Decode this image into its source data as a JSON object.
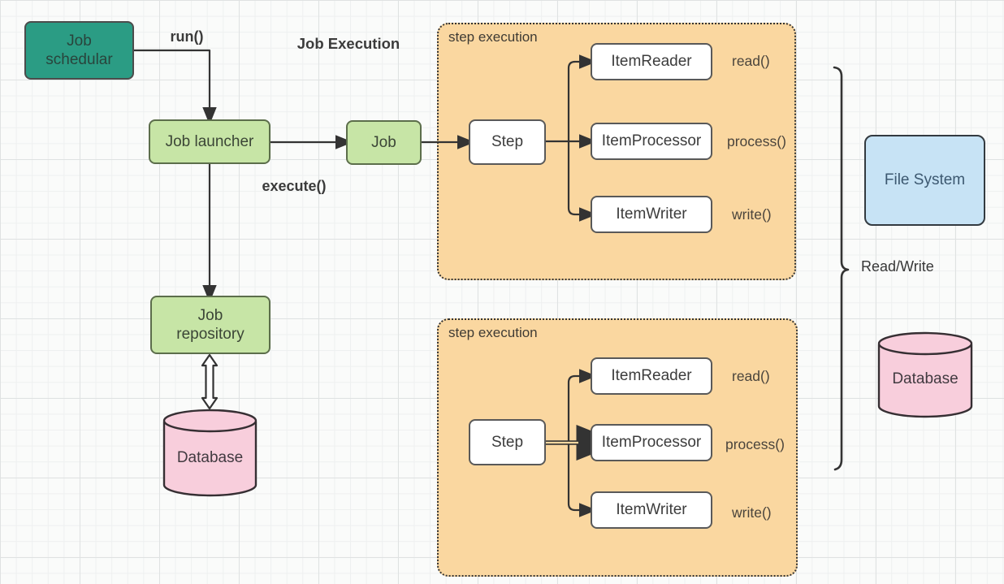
{
  "title": "Job Execution",
  "nodes": {
    "job_scheduler": {
      "label": "Job\nschedular"
    },
    "job_launcher": {
      "label": "Job launcher"
    },
    "job": {
      "label": "Job"
    },
    "job_repository": {
      "label": "Job\nrepository"
    },
    "database_left": {
      "label": "Database"
    },
    "file_system": {
      "label": "File System"
    },
    "database_right": {
      "label": "Database"
    }
  },
  "labels": {
    "run": "run()",
    "execute": "execute()",
    "read_write": "Read/Write"
  },
  "step_groups": [
    {
      "title": "step execution",
      "step": "Step",
      "items": [
        {
          "name": "ItemReader",
          "method": "read()"
        },
        {
          "name": "ItemProcessor",
          "method": "process()"
        },
        {
          "name": "ItemWriter",
          "method": "write()"
        }
      ]
    },
    {
      "title": "step execution",
      "step": "Step",
      "items": [
        {
          "name": "ItemReader",
          "method": "read()"
        },
        {
          "name": "ItemProcessor",
          "method": "process()"
        },
        {
          "name": "ItemWriter",
          "method": "write()"
        }
      ]
    }
  ],
  "colors": {
    "teal_fill": "#2b9c84",
    "green_fill": "#c7e5a6",
    "green_border": "#5c6e4b",
    "orange_fill": "#fad7a0",
    "blue_fill": "#c7e3f5",
    "pink_fill": "#f8cedc",
    "line": "#333333",
    "background": "#fafbfa"
  }
}
